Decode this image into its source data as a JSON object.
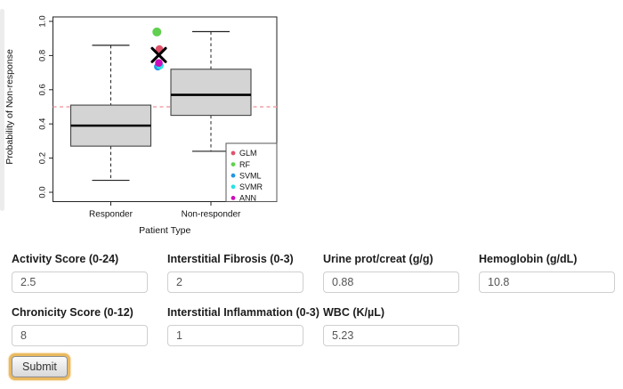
{
  "chart_data": {
    "type": "boxplot",
    "title": "",
    "xlabel": "Patient Type",
    "ylabel": "Probability of Non-response",
    "ylim": [
      0,
      1
    ],
    "y_ticks": [
      0.0,
      0.2,
      0.4,
      0.6,
      0.8,
      1.0
    ],
    "grid": false,
    "categories": [
      "Responder",
      "Non-responder"
    ],
    "boxes": [
      {
        "category": "Responder",
        "whisker_low": 0.07,
        "q1": 0.27,
        "median": 0.39,
        "q3": 0.51,
        "whisker_high": 0.86
      },
      {
        "category": "Non-responder",
        "whisker_low": 0.24,
        "q1": 0.45,
        "median": 0.57,
        "q3": 0.72,
        "whisker_high": 0.94
      }
    ],
    "reference_line": {
      "y": 0.5,
      "style": "dashed",
      "color": "#F2A2A9"
    },
    "point_markers": [
      {
        "name": "SVML",
        "x": 1.47,
        "y": 0.735,
        "color": "#2297E6",
        "shape": "circle",
        "r": 4.3
      },
      {
        "name": "SVMR",
        "x": 1.49,
        "y": 0.742,
        "color": "#28E2E5",
        "shape": "circle",
        "r": 4.3
      },
      {
        "name": "ANN",
        "x": 1.48,
        "y": 0.757,
        "color": "#CD0BBC",
        "shape": "circle",
        "r": 4.3
      },
      {
        "name": "GLM",
        "x": 1.485,
        "y": 0.838,
        "color": "#DF536B",
        "shape": "circle",
        "r": 4.3
      },
      {
        "name": "RF",
        "x": 1.46,
        "y": 0.938,
        "color": "#61D04F",
        "shape": "circle",
        "r": 5.0
      },
      {
        "name": "ensemble",
        "x": 1.48,
        "y": 0.803,
        "color": "#000000",
        "shape": "x",
        "r": 7.5
      }
    ],
    "legend": {
      "position": "bottom-right",
      "entries": [
        {
          "label": "GLM",
          "color": "#DF536B"
        },
        {
          "label": "RF",
          "color": "#61D04F"
        },
        {
          "label": "SVML",
          "color": "#2297E6"
        },
        {
          "label": "SVMR",
          "color": "#28E2E5"
        },
        {
          "label": "ANN",
          "color": "#CD0BBC"
        }
      ]
    }
  },
  "form": {
    "fields": [
      {
        "label": "Activity Score (0-24)",
        "value": "2.5"
      },
      {
        "label": "Interstitial Fibrosis (0-3)",
        "value": "2"
      },
      {
        "label": "Urine prot/creat (g/g)",
        "value": "0.88"
      },
      {
        "label": "Hemoglobin (g/dL)",
        "value": "10.8"
      },
      {
        "label": "Chronicity Score (0-12)",
        "value": "8"
      },
      {
        "label": "Interstitial Inflammation (0-3)",
        "value": "1"
      },
      {
        "label": "WBC (K/µL)",
        "value": "5.23"
      }
    ],
    "submit_label": "Submit"
  }
}
